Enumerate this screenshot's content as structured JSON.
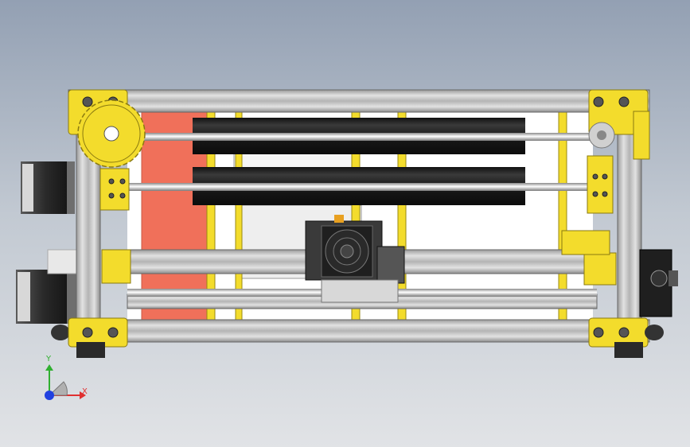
{
  "viewport": {
    "background_top": "#93a0b3",
    "background_bottom": "#e1e3e6"
  },
  "colors": {
    "frame_extrusion": "#c8c8c8",
    "printed_parts": "#f3dc2c",
    "heated_bed": "#f0705a",
    "black_parts": "#1f1f1f",
    "rods": "#e6e6e6",
    "motors": "#2b2b2b"
  },
  "model": {
    "components": [
      "frame-extrusion",
      "corner-bracket",
      "spool-gear",
      "filament-roller",
      "smooth-rod",
      "stepper-motor",
      "print-head-fan",
      "control-board",
      "heated-bed",
      "extruder-drive"
    ]
  },
  "triad": {
    "x_label": "X",
    "y_label": "Y",
    "x_color": "#e03030",
    "y_color": "#30b030",
    "z_color": "#2040e0"
  }
}
